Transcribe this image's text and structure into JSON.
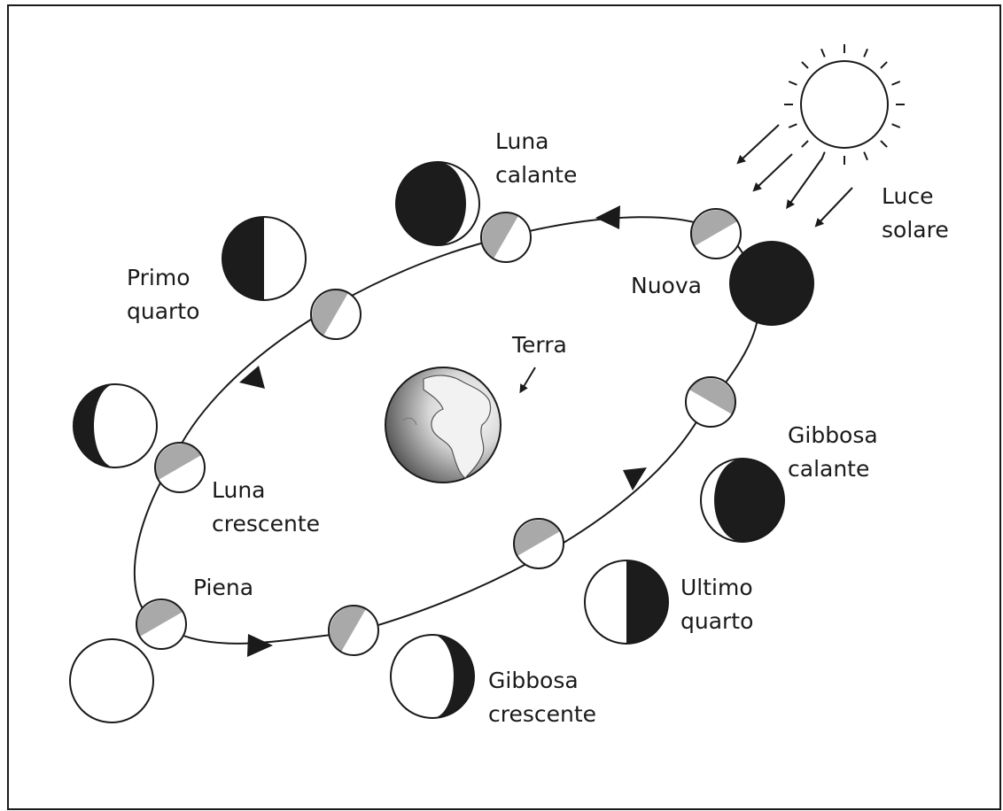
{
  "labels": {
    "luna_calante": [
      "Luna",
      "calante"
    ],
    "luce_solare": [
      "Luce",
      "solare"
    ],
    "primo_quarto": [
      "Primo",
      "quarto"
    ],
    "nuova": [
      "Nuova"
    ],
    "terra": [
      "Terra"
    ],
    "gibbosa_calante": [
      "Gibbosa",
      "calante"
    ],
    "luna_crescente": [
      "Luna",
      "crescente"
    ],
    "piena": [
      "Piena"
    ],
    "ultimo_quarto": [
      "Ultimo",
      "quarto"
    ],
    "gibbosa_crescente": [
      "Gibbosa",
      "crescente"
    ]
  },
  "icons": {
    "sun": "sun-icon",
    "earth": "earth-icon",
    "sun_rays": "sunlight-arrow-icon"
  }
}
